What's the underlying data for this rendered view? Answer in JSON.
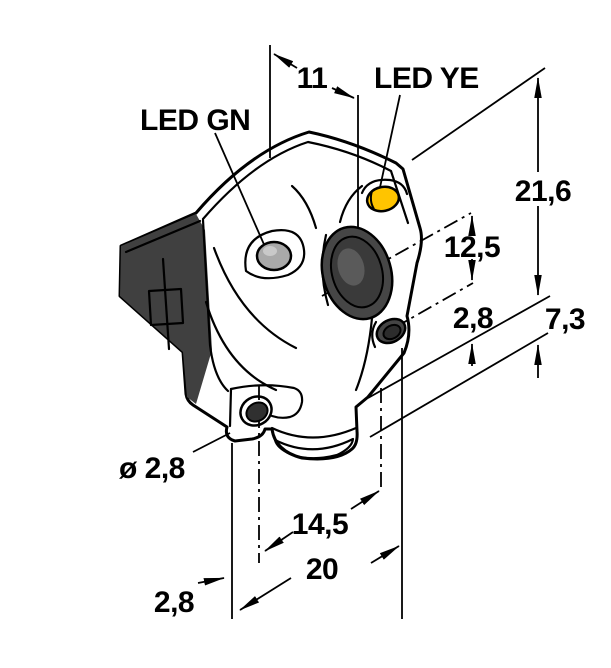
{
  "drawing": {
    "title": "sensor-dimension-drawing",
    "labels": {
      "led_gn": "LED GN",
      "led_ye": "LED YE"
    },
    "dims": {
      "d11": "11",
      "d216": "21,6",
      "d125": "12,5",
      "d28_right": "2,8",
      "d73": "7,3",
      "dia28": "ø 2,8",
      "d145": "14,5",
      "d20": "20",
      "d28_left": "2,8"
    },
    "colors": {
      "body": "#4c4c4c",
      "body_shadow": "#404040",
      "lens_inner": "#3a3a3a",
      "lens_glow": "#5a5a5a",
      "led_yellow": "#ffc400",
      "led_gray": "#a9a9a9",
      "connector_dark": "#383838",
      "line": "#000000",
      "background": "#ffffff"
    }
  }
}
